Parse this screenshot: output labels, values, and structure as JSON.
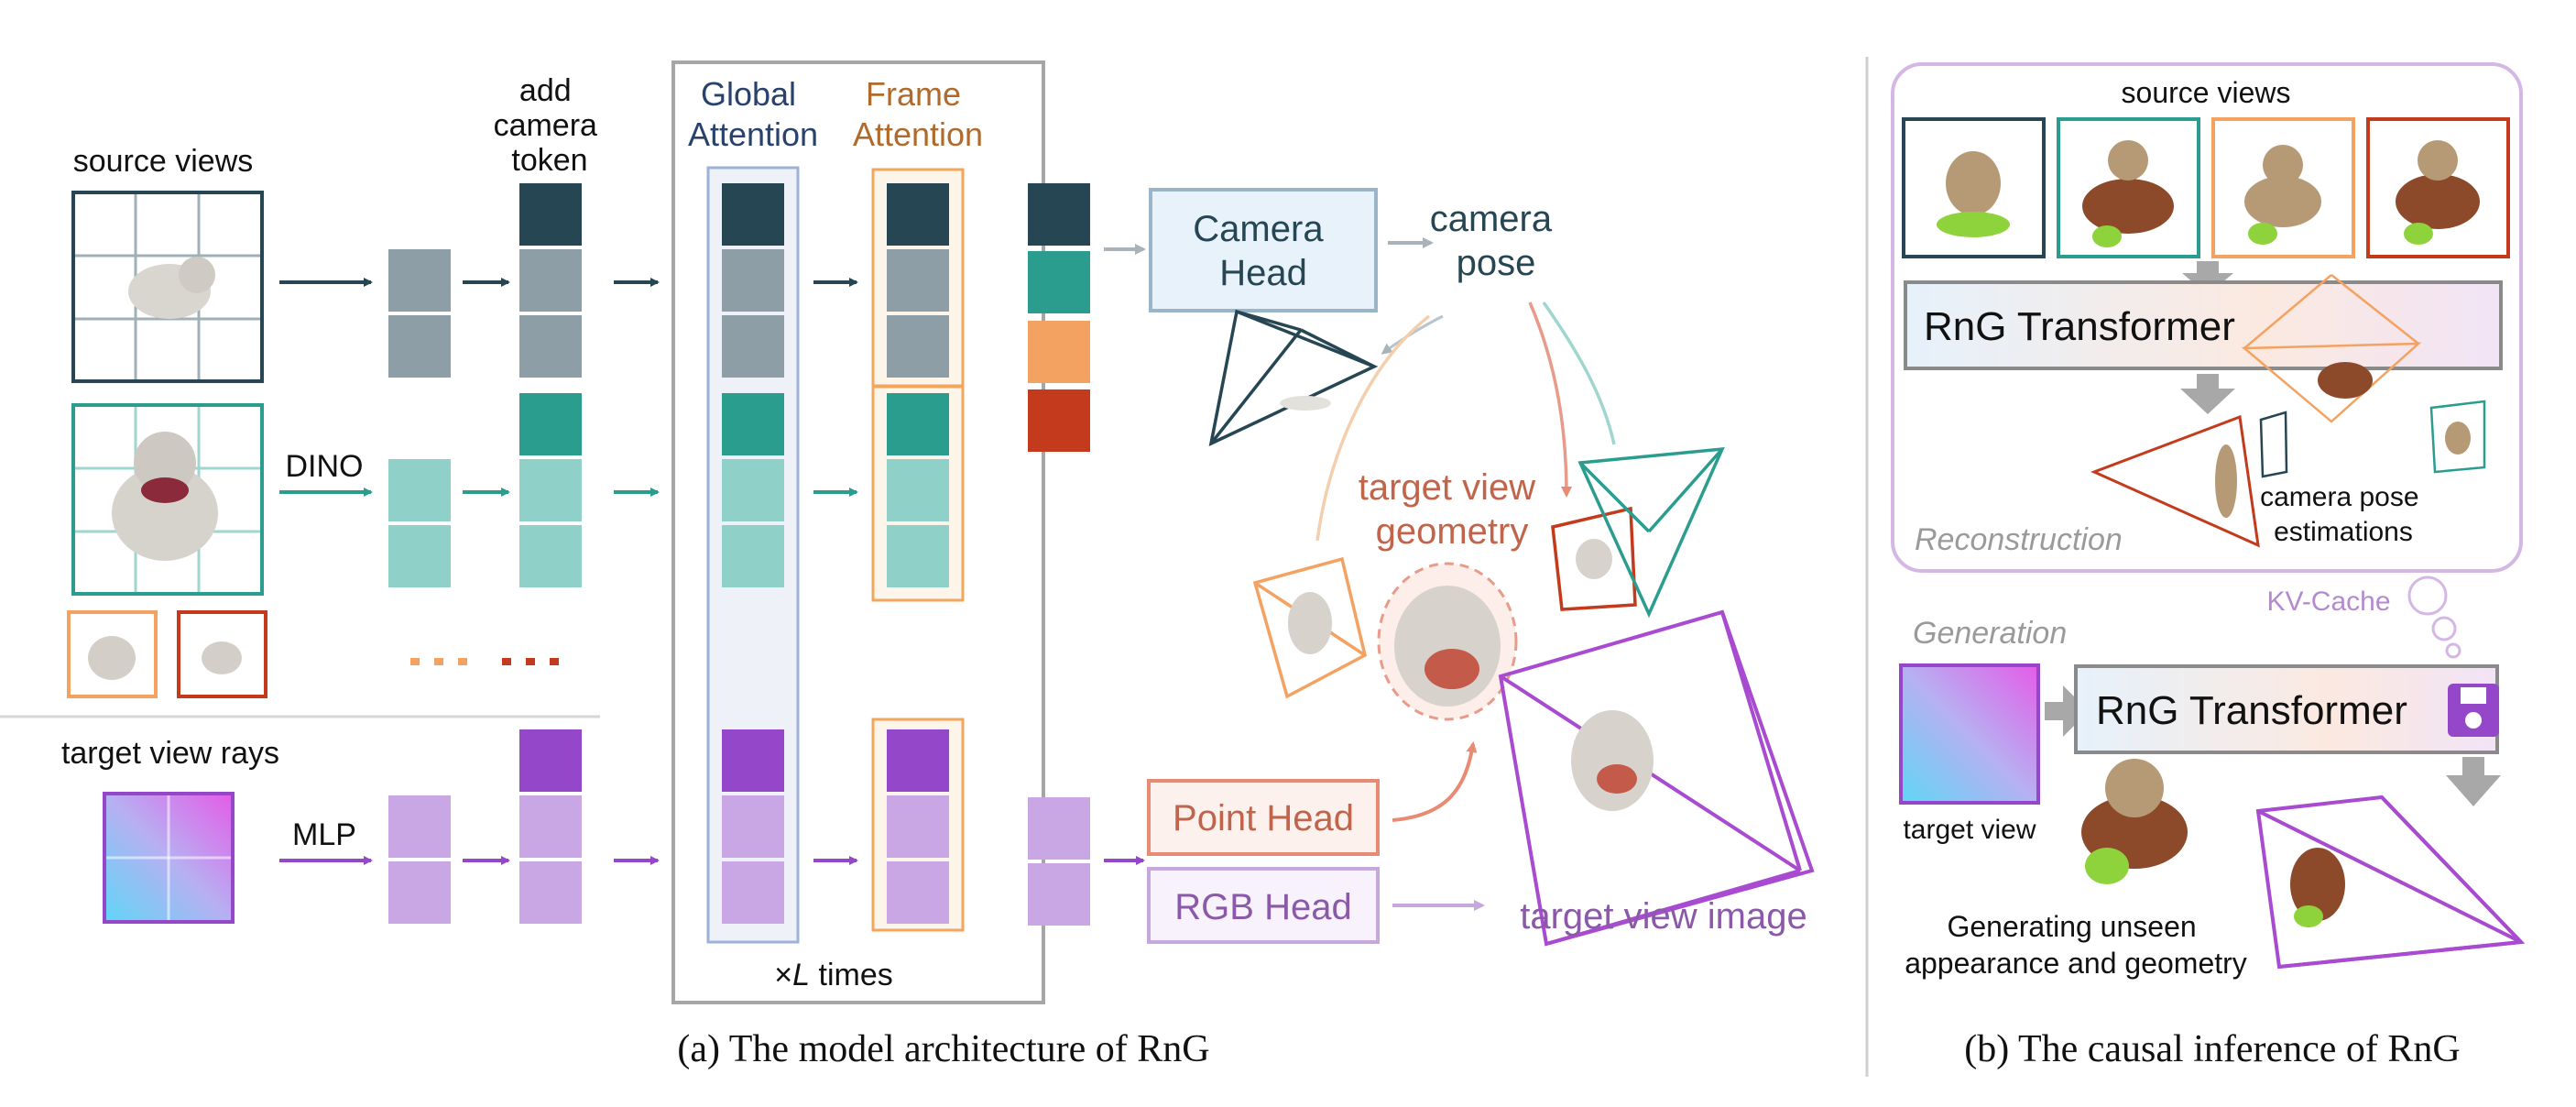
{
  "labels": {
    "source_views": "source views",
    "add_camera_token": [
      "add",
      "camera",
      "token"
    ],
    "global_attention": [
      "Global",
      "Attention"
    ],
    "frame_attention": [
      "Frame",
      "Attention"
    ],
    "dino": "DINO",
    "mlp": "MLP",
    "target_view_rays": "target view rays",
    "times_prefix": "×",
    "times_var": "L",
    "times_suffix": " times",
    "camera_head": [
      "Camera",
      "Head"
    ],
    "camera_pose": [
      "camera",
      "pose"
    ],
    "target_view_geometry": [
      "target view",
      "geometry"
    ],
    "point_head": "Point Head",
    "rgb_head": "RGB Head",
    "target_view_image": "target view image",
    "caption_a": "(a) The model architecture of RnG",
    "source_views_b": "source views",
    "rng_transformer": "RnG Transformer",
    "reconstruction": "Reconstruction",
    "camera_pose_estimations": [
      "camera pose",
      "estimations"
    ],
    "kv_cache": "KV-Cache",
    "generation": "Generation",
    "target_view_b": "target view",
    "generating_unseen": [
      "Generating unseen",
      "appearance and geometry"
    ],
    "caption_b": "(b) The causal inference of RnG"
  },
  "icons": [
    "grid-image-icon",
    "arrow-icon",
    "camera-frustum-icon",
    "save-disk-icon",
    "kv-cache-bubble-icon"
  ],
  "colors": {
    "navy": "#264653",
    "navy_light": "#8e9ea6",
    "teal": "#2a9d8f",
    "teal_light": "#8fd1c8",
    "orange": "#f4a261",
    "red": "#c43a1c",
    "purple": "#9448c9",
    "purple_light": "#c9a6e4",
    "global_border": "#9db2d8",
    "global_fill": "#eef1f8",
    "frame_border": "#f1a65c",
    "frame_fill": "#fdf5ea",
    "camera_head_fill": "#e8f2fb",
    "camera_head_border": "#9ab5c8",
    "point_head": "#e98b74",
    "rgb_head": "#c7a8dc",
    "target_geom_text": "#c0654c",
    "target_img_text": "#8a5aa8",
    "recon_border": "#d5b7e6",
    "kv_text": "#b489d0"
  }
}
